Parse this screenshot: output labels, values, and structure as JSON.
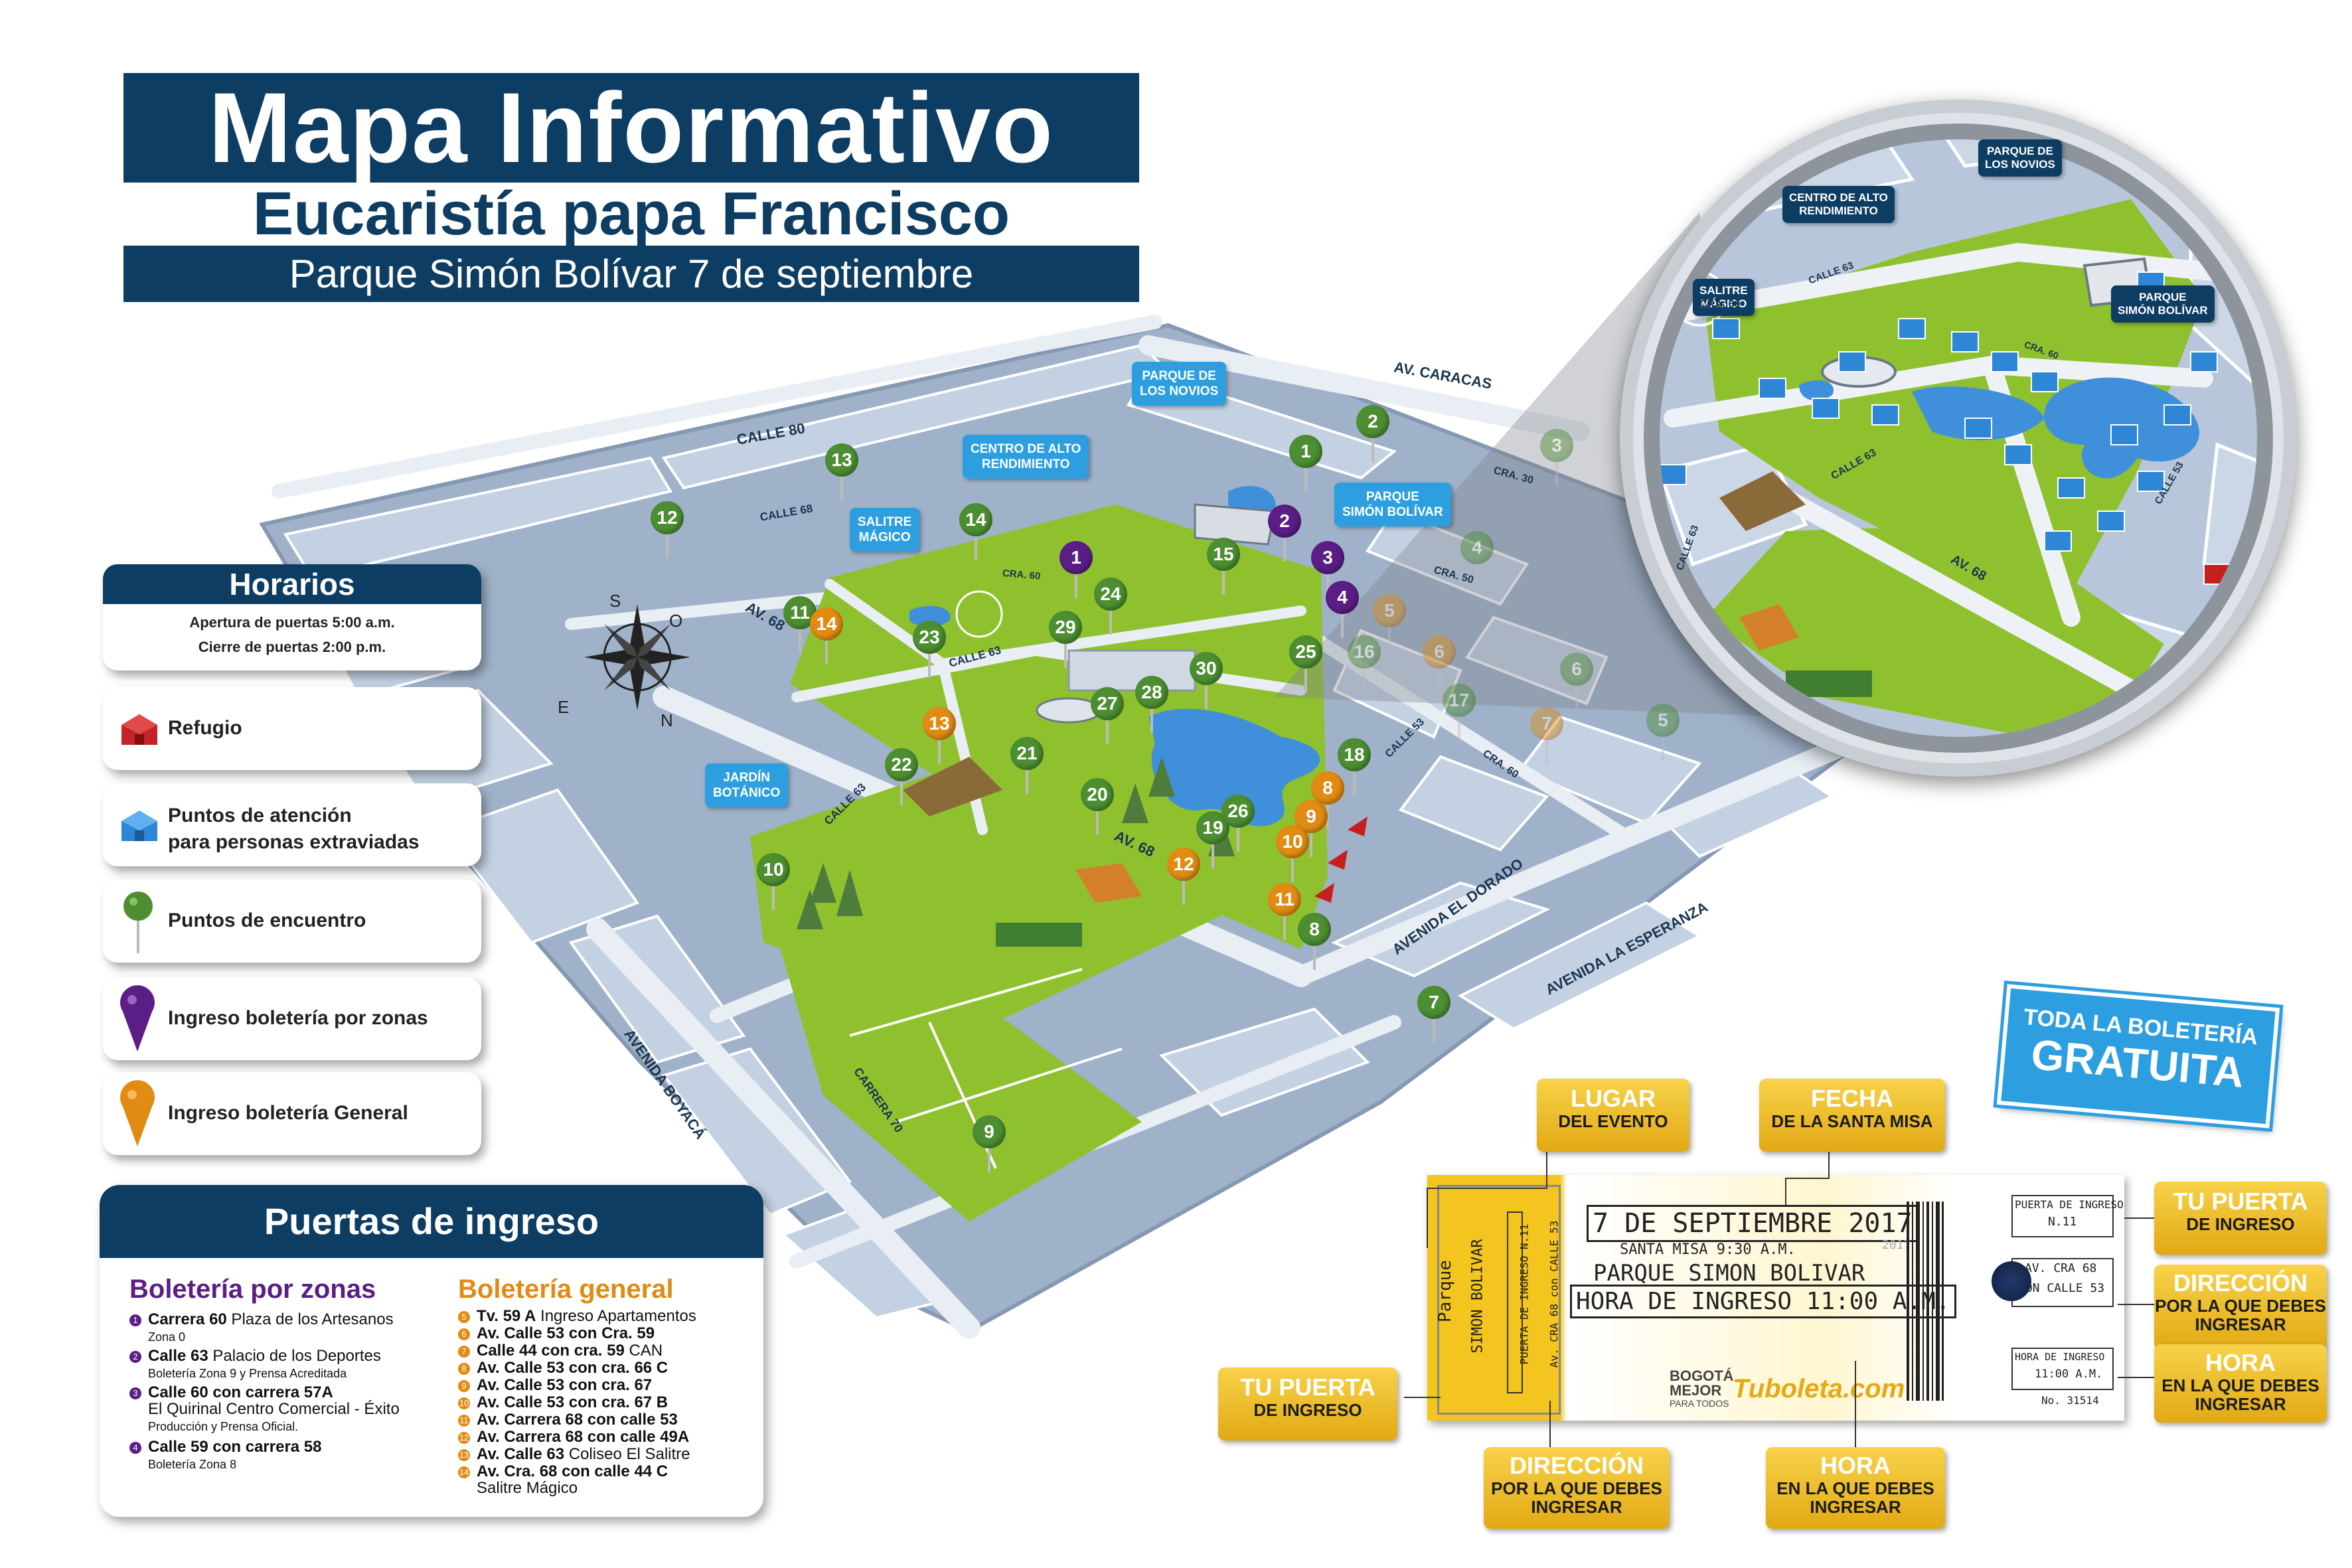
{
  "header": {
    "title": "Mapa Informativo",
    "subtitle": "Eucaristía papa Francisco",
    "place_date": "Parque Simón Bolívar 7 de septiembre"
  },
  "legend": {
    "horarios_title": "Horarios",
    "apertura": "Apertura de puertas 5:00 a.m.",
    "cierre": "Cierre de puertas 2:00 p.m.",
    "refugio": "Refugio",
    "atencion_line1": "Puntos de atención",
    "atencion_line2": "para personas extraviadas",
    "encuentro": "Puntos de encuentro",
    "ingreso_zonas": "Ingreso boletería por zonas",
    "ingreso_general": "Ingreso boletería General"
  },
  "puertas": {
    "title": "Puertas de ingreso",
    "zonas_title": "Boletería por zonas",
    "general_title": "Boletería general",
    "zonas": [
      {
        "n": "1",
        "main": "Carrera 60",
        "rest": " Plaza de los Artesanos",
        "note": "Zona 0"
      },
      {
        "n": "2",
        "main": "Calle 63",
        "rest": " Palacio de los Deportes",
        "note": "Boletería Zona 9 y Prensa Acreditada"
      },
      {
        "n": "3",
        "main": "Calle 60 con carrera 57A",
        "rest": "",
        "note2": "El Quirinal Centro Comercial - Éxito",
        "note": "Producción y Prensa Oficial."
      },
      {
        "n": "4",
        "main": "Calle 59 con carrera 58",
        "rest": "",
        "note": "Boletería Zona 8"
      }
    ],
    "general": [
      {
        "n": "5",
        "main": "Tv. 59 A",
        "rest": " Ingreso Apartamentos"
      },
      {
        "n": "6",
        "main": "Av. Calle 53 con Cra. 59",
        "rest": ""
      },
      {
        "n": "7",
        "main": "Calle 44 con cra. 59",
        "rest": " CAN"
      },
      {
        "n": "8",
        "main": "Av. Calle 53 con cra. 66 C",
        "rest": ""
      },
      {
        "n": "9",
        "main": "Av. Calle 53 con cra. 67",
        "rest": ""
      },
      {
        "n": "10",
        "main": "Av. Calle 53 con cra. 67 B",
        "rest": ""
      },
      {
        "n": "11",
        "main": "Av. Carrera 68 con calle 53",
        "rest": ""
      },
      {
        "n": "12",
        "main": "Av. Carrera 68 con calle 49A",
        "rest": ""
      },
      {
        "n": "13",
        "main": "Av. Calle 63",
        "rest": " Coliseo El Salitre"
      },
      {
        "n": "14",
        "main": "Av. Cra. 68 con calle 44 C",
        "rest": "",
        "note3": "Salitre Mágico"
      }
    ]
  },
  "map": {
    "streets": {
      "av_caracas": "AV. CARACAS",
      "calle_80": "CALLE 80",
      "calle_68": "CALLE 68",
      "av_68_top": "AV. 68",
      "av_68_mid": "AV. 68",
      "cra_60": "CRA. 60",
      "calle_63": "CALLE 63",
      "calle_63_b": "CALLE 63",
      "cra_30": "CRA. 30",
      "cra_50": "CRA. 50",
      "calle_53": "CALLE 53",
      "cra_60_b": "CRA. 60",
      "av_el_dorado": "AVENIDA EL DORADO",
      "av_esperanza": "AVENIDA LA ESPERANZA",
      "av_boyaca": "AVENIDA BOYACÁ",
      "carrera_70": "CARRERA 70"
    },
    "callouts": {
      "parque_novios": [
        "PARQUE DE",
        "LOS NOVIOS"
      ],
      "centro_alto": [
        "CENTRO DE ALTO",
        "RENDIMIENTO"
      ],
      "salitre": [
        "SALITRE",
        "MÁGICO"
      ],
      "parque_simon": [
        "PARQUE",
        "SIMÓN BOLÍVAR"
      ],
      "jardin": [
        "JARDÍN",
        "BOTÁNICO"
      ]
    },
    "compass": {
      "n": "N",
      "s": "S",
      "e": "E",
      "o": "O"
    },
    "pins": [
      {
        "label": "1",
        "kind": "green"
      },
      {
        "label": "2",
        "kind": "green"
      },
      {
        "label": "3",
        "kind": "green"
      },
      {
        "label": "4",
        "kind": "green"
      },
      {
        "label": "5",
        "kind": "green"
      },
      {
        "label": "6",
        "kind": "green"
      },
      {
        "label": "7",
        "kind": "green"
      },
      {
        "label": "8",
        "kind": "green"
      },
      {
        "label": "9",
        "kind": "green"
      },
      {
        "label": "10",
        "kind": "green"
      },
      {
        "label": "11",
        "kind": "green"
      },
      {
        "label": "12",
        "kind": "green"
      },
      {
        "label": "13",
        "kind": "green"
      },
      {
        "label": "14",
        "kind": "green"
      },
      {
        "label": "15",
        "kind": "green"
      },
      {
        "label": "16",
        "kind": "green"
      },
      {
        "label": "17",
        "kind": "green"
      },
      {
        "label": "18",
        "kind": "green"
      },
      {
        "label": "19",
        "kind": "green"
      },
      {
        "label": "20",
        "kind": "green"
      },
      {
        "label": "21",
        "kind": "green"
      },
      {
        "label": "22",
        "kind": "green"
      },
      {
        "label": "23",
        "kind": "green"
      },
      {
        "label": "24",
        "kind": "green"
      },
      {
        "label": "25",
        "kind": "green"
      },
      {
        "label": "26",
        "kind": "green"
      },
      {
        "label": "27",
        "kind": "green"
      },
      {
        "label": "28",
        "kind": "green"
      },
      {
        "label": "29",
        "kind": "green"
      },
      {
        "label": "30",
        "kind": "green"
      },
      {
        "label": "1",
        "kind": "purple"
      },
      {
        "label": "2",
        "kind": "purple"
      },
      {
        "label": "3",
        "kind": "purple"
      },
      {
        "label": "4",
        "kind": "purple"
      },
      {
        "label": "5",
        "kind": "orange"
      },
      {
        "label": "6",
        "kind": "orange"
      },
      {
        "label": "7",
        "kind": "orange"
      },
      {
        "label": "8",
        "kind": "orange"
      },
      {
        "label": "9",
        "kind": "orange"
      },
      {
        "label": "10",
        "kind": "orange"
      },
      {
        "label": "11",
        "kind": "orange"
      },
      {
        "label": "12",
        "kind": "orange"
      },
      {
        "label": "13",
        "kind": "orange"
      },
      {
        "label": "14",
        "kind": "orange"
      }
    ]
  },
  "zoom": {
    "callouts": {
      "parque_novios": [
        "PARQUE DE",
        "LOS NOVIOS"
      ],
      "centro_alto": [
        "CENTRO DE ALTO",
        "RENDIMIENTO"
      ],
      "salitre": [
        "SALITRE",
        "MÁGICO"
      ],
      "parque_simon": [
        "PARQUE",
        "SIMÓN BOLÍVAR"
      ]
    },
    "streets": {
      "cra_60": "CRA. 60",
      "calle_63": "CALLE 63",
      "calle_63_b": "CALLE 63",
      "av_68": "AV. 68",
      "calle_53": "CALLE 53",
      "cra_60_b": "CRA. 60",
      "calle_63_c": "CALLE 63"
    }
  },
  "ticket": {
    "badge_line1": "TODA LA BOLETERÍA",
    "badge_line2": "GRATUITA",
    "labels": {
      "lugar": {
        "big": "LUGAR",
        "small": "DEL EVENTO"
      },
      "fecha": {
        "big": "FECHA",
        "small": "DE LA SANTA MISA"
      },
      "tu_puerta_right": {
        "big": "TU PUERTA",
        "small": "DE INGRESO"
      },
      "direccion_right": {
        "big": "DIRECCIÓN",
        "small": "POR LA QUE DEBES INGRESAR"
      },
      "hora_right": {
        "big": "HORA",
        "small": "EN LA QUE DEBES INGRESAR"
      },
      "tu_puerta_left": {
        "big": "TU PUERTA",
        "small": "DE INGRESO"
      },
      "direccion_bottom": {
        "big": "DIRECCIÓN",
        "small": "POR LA QUE DEBES INGRESAR"
      },
      "hora_bottom": {
        "big": "HORA",
        "small": "EN LA QUE DEBES INGRESAR"
      }
    },
    "date_text": "7 DE SEPTIEMBRE 2017",
    "misa_text": "SANTA MISA 9:30 A.M.",
    "year_small": "2017",
    "place_text": "PARQUE SIMON BOLIVAR",
    "hora_text": "HORA DE INGRESO 11:00 A.M.",
    "stub_vertical_1": "Parque",
    "stub_vertical_2": "SIMON BOLIVAR",
    "stub_vertical_3": "PUERTA DE INGRESO N.11",
    "stub_vertical_4": "Av. CRA 68 con CALLE 53",
    "right_puerta": "PUERTA DE INGRESO",
    "right_puerta_num": "N.11",
    "right_dir_1": "AV. CRA 68",
    "right_dir_2": "CON CALLE 53",
    "right_hora_1": "HORA DE INGRESO",
    "right_hora_2": "11:00 A.M.",
    "serial": "No. 31514",
    "bogota_1": "BOGOTÁ",
    "bogota_2": "MEJOR",
    "bogota_3": "PARA TODOS",
    "tuboleta": "Tuboleta.com"
  },
  "colors": {
    "navy": "#0d3d63",
    "map_gray": "#b9c8dc",
    "park_green": "#8cbf2d",
    "water": "#3f8fdb",
    "pin_green": "#4c8e31",
    "pin_purple": "#5b1d86",
    "pin_orange": "#e18b12",
    "callout_blue": "#2d9fe0",
    "ticket_yellow": "#f3c51e"
  }
}
